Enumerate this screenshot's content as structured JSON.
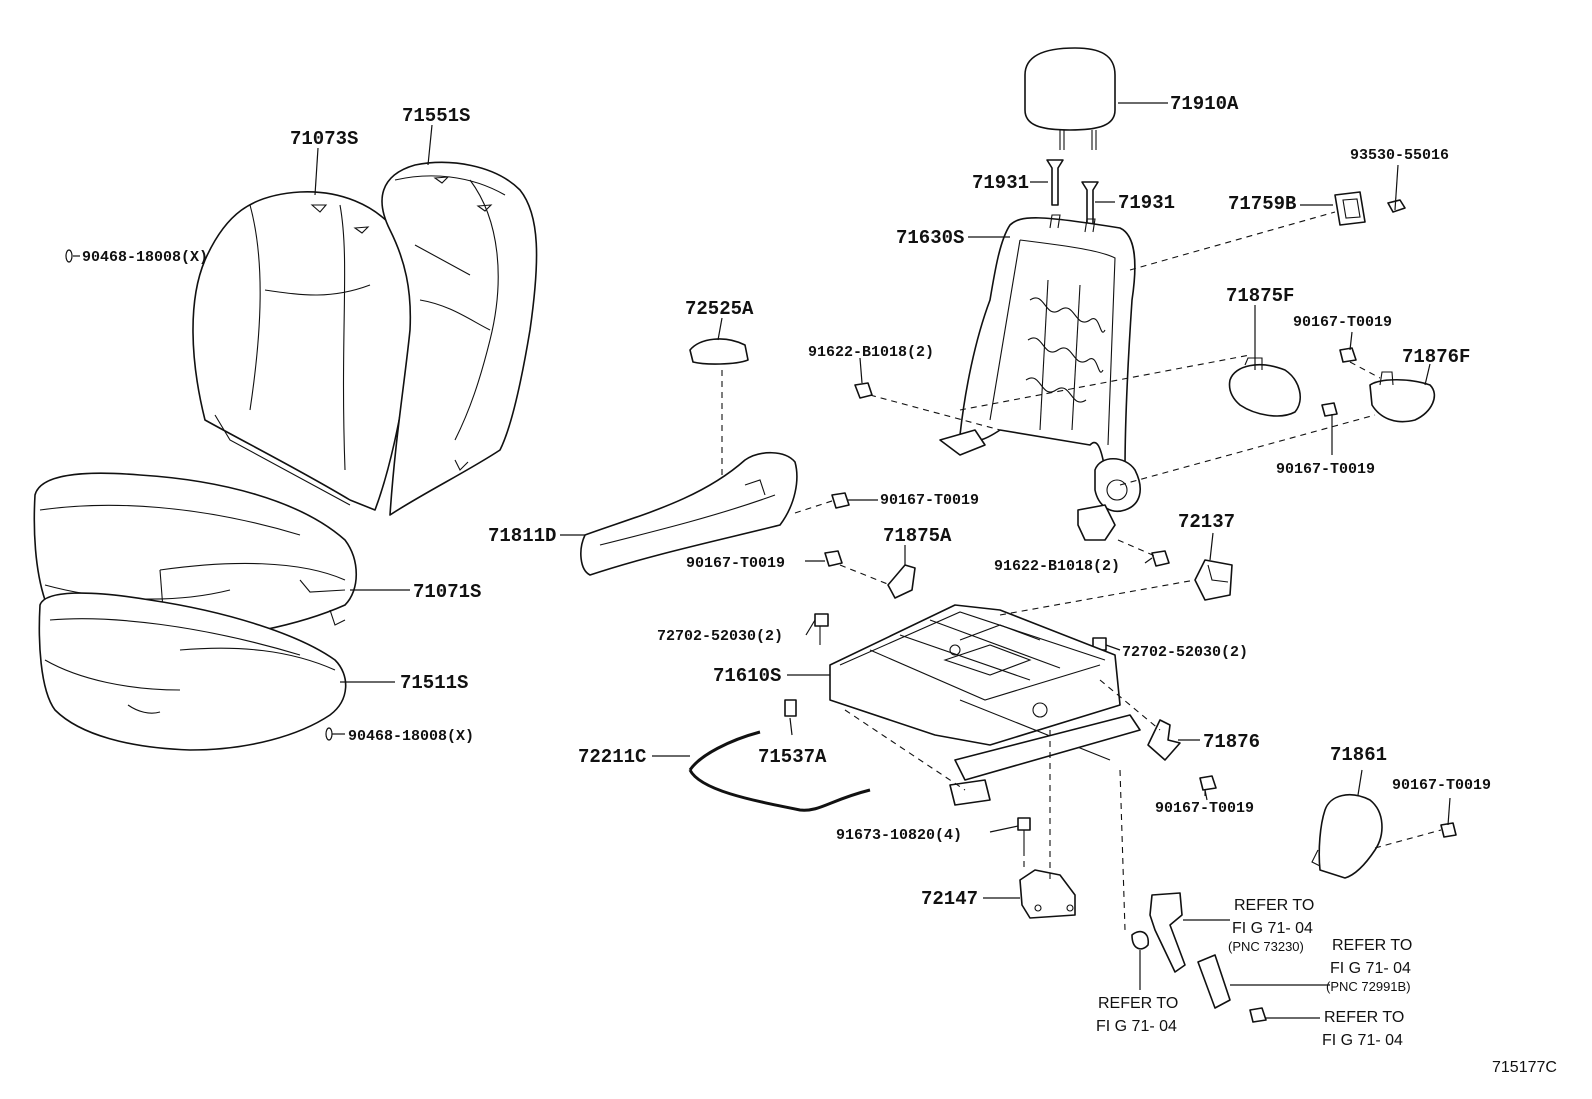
{
  "labels": {
    "l71073S": "71073S",
    "l71551S": "71551S",
    "l90468_top": "90468-18008(X)",
    "l71071S": "71071S",
    "l71511S": "71511S",
    "l90468_bot": "90468-18008(X)",
    "l71910A": "71910A",
    "l71931_left": "71931",
    "l71931_right": "71931",
    "l93530": "93530-55016",
    "l71759B": "71759B",
    "l71630S": "71630S",
    "l72525A": "72525A",
    "l91622_top": "91622-B1018(2)",
    "l71875F": "71875F",
    "l90167_a": "90167-T0019",
    "l71876F": "71876F",
    "l90167_b": "90167-T0019",
    "l71811D": "71811D",
    "l90167_c": "90167-T0019",
    "l90167_d": "90167-T0019",
    "l71875A": "71875A",
    "l91622_bot": "91622-B1018(2)",
    "l72137": "72137",
    "l72702_left": "72702-52030(2)",
    "l72702_right": "72702-52030(2)",
    "l71610S": "71610S",
    "l72211C": "72211C",
    "l71537A": "71537A",
    "l71876": "71876",
    "l90167_e": "90167-T0019",
    "l71861": "71861",
    "l90167_f": "90167-T0019",
    "l91673": "91673-10820(4)",
    "l72147": "72147",
    "ref1_a": "REFER TO",
    "ref1_b": "FI G 71- 04",
    "ref1_c": "(PNC 73230)",
    "ref2_a": "REFER TO",
    "ref2_b": "FI G 71- 04",
    "ref2_c": "(PNC 72991B)",
    "ref3_a": "REFER TO",
    "ref3_b": "FI G 71- 04",
    "ref4_a": "REFER TO",
    "ref4_b": "FI G 71- 04",
    "figure_code": "715177C"
  }
}
